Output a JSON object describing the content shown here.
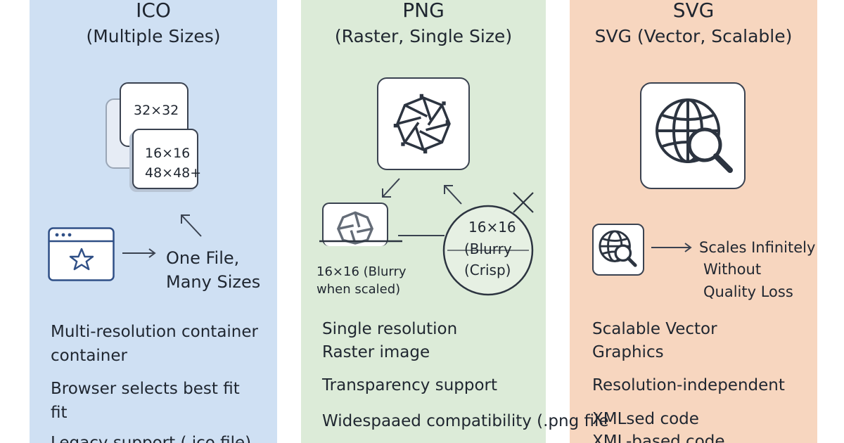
{
  "columns": {
    "ico": {
      "title": "ICO",
      "subtitle": "(Multiple Sizes)",
      "size_labels": {
        "large": "32×32",
        "small": "16×16",
        "extra": "48×48+"
      },
      "callout": [
        "One File,",
        "Many Sizes"
      ],
      "bullets": [
        "Multi-resolution container",
        "container",
        "Browser selects best fit",
        "fit",
        "Legacy support (.ico file)"
      ],
      "background": "#cfe0f3"
    },
    "png": {
      "title": "PNG",
      "subtitle": "(Raster, Single Size)",
      "thumb_caption": [
        "16×16 (Blurry",
        "when scaled)"
      ],
      "circle_text": [
        "16×16",
        "(Blurry",
        "(Crisp)"
      ],
      "bullets": [
        "Single resolution",
        "Raster image",
        "Transparency support",
        "Widespaaed compatibility (.png file"
      ],
      "background": "#dcebd8"
    },
    "svg": {
      "title": "SVG",
      "subtitle": "SVG (Vector, Scalable)",
      "callout": [
        "Scales Infinitely",
        "Without",
        "Quality Loss"
      ],
      "bullets": [
        "Scalable Vector",
        "Graphics",
        "Resolution-independent",
        "XMLsed code",
        "XML-based code"
      ],
      "background": "#f7d6bf"
    }
  }
}
